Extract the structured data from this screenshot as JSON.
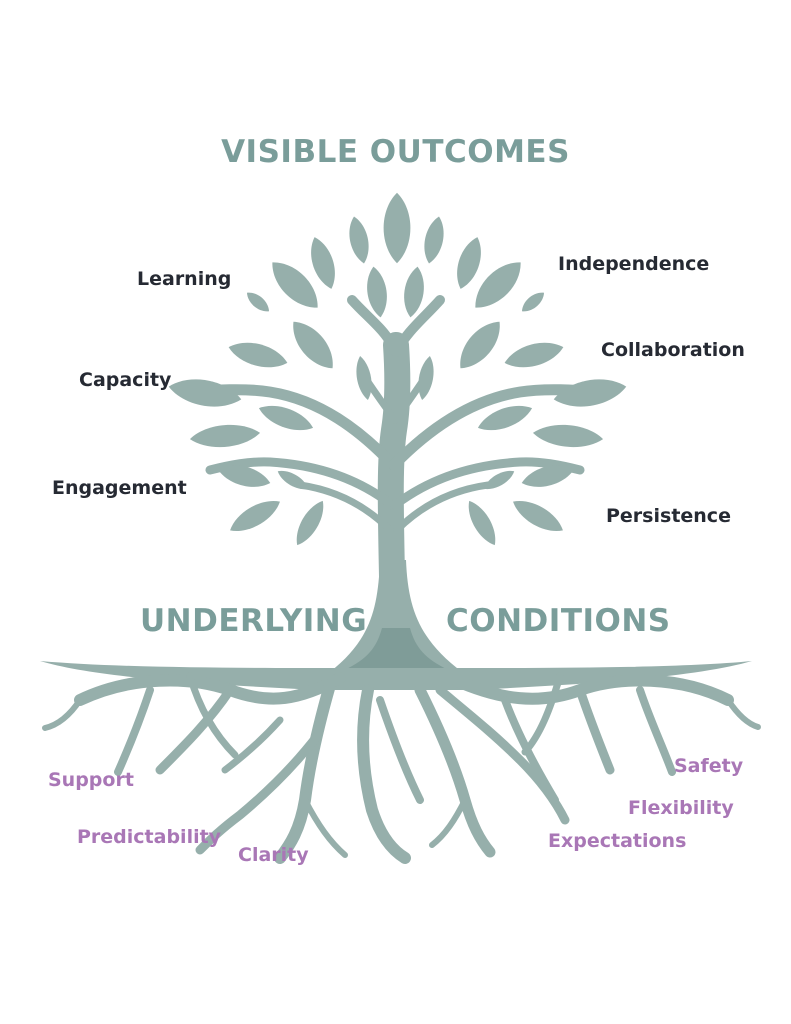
{
  "headings": {
    "top": "VISIBLE OUTCOMES",
    "left": "UNDERLYING",
    "right": "CONDITIONS"
  },
  "outcomes": {
    "learning": "Learning",
    "independence": "Independence",
    "capacity": "Capacity",
    "collaboration": "Collaboration",
    "engagement": "Engagement",
    "persistence": "Persistence"
  },
  "conditions": {
    "support": "Support",
    "predictability": "Predictability",
    "clarity": "Clarity",
    "safety": "Safety",
    "flexibility": "Flexibility",
    "expectations": "Expectations"
  },
  "colors": {
    "tree": "#96afab",
    "trunk_shadow": "#7f9c98",
    "heading": "#7a9d9a",
    "outcome_text": "#262a33",
    "condition_text": "#a977b6",
    "background": "#ffffff"
  }
}
